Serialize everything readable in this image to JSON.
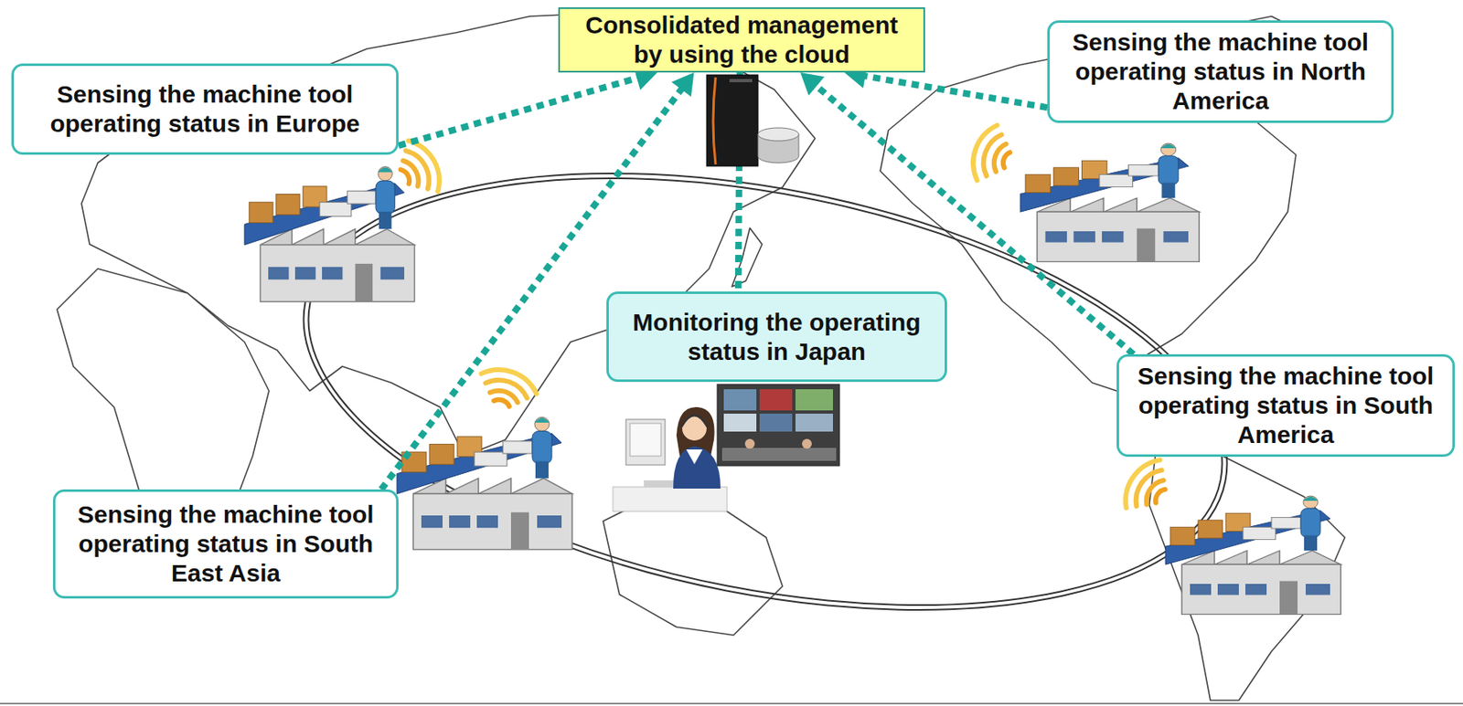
{
  "diagram": {
    "nodes": [
      {
        "text": [
          "Consolidated management by using the cloud"
        ]
      },
      {
        "text": [
          "Sensing the machine tool operating status in Europe"
        ]
      },
      {
        "text": [
          "Sensing the machine tool operating status in North America"
        ]
      },
      {
        "text": [
          "Monitoring the operating status in Japan"
        ]
      },
      {
        "text": [
          "Sensing the machine tool operating status in South America"
        ]
      },
      {
        "text": [
          "Sensing the machine tool operating status in South East Asia"
        ]
      }
    ],
    "edges": [
      {
        "from": 1,
        "to": 0,
        "arrow": "to"
      },
      {
        "from": 2,
        "to": 0,
        "arrow": "to"
      },
      {
        "from": 4,
        "to": 0,
        "arrow": "to"
      },
      {
        "from": 5,
        "to": 0,
        "arrow": "to"
      },
      {
        "from": 0,
        "to": 3,
        "arrow": "none"
      }
    ]
  }
}
